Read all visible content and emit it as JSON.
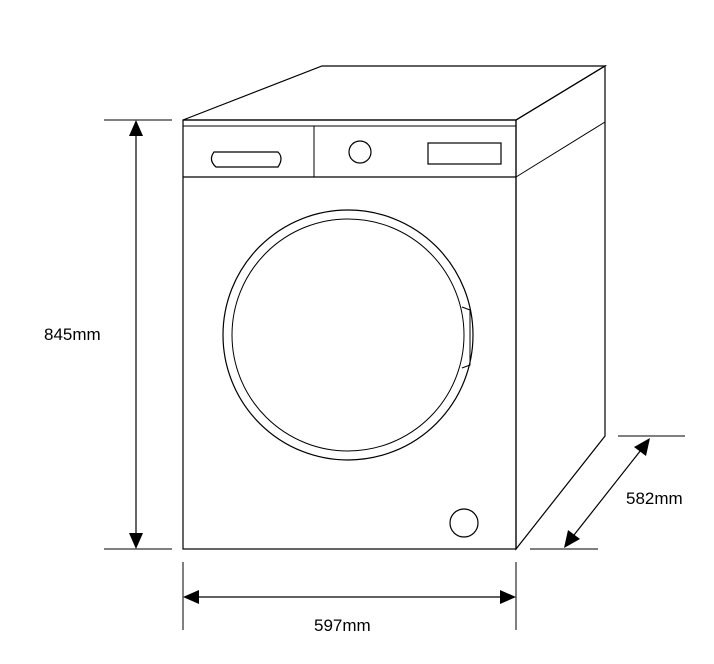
{
  "dimensions": {
    "height": "845mm",
    "width": "597mm",
    "depth": "582mm"
  },
  "colors": {
    "stroke": "#000000",
    "background": "#ffffff"
  },
  "icons": {
    "door": "door-icon",
    "knob": "program-knob-icon",
    "drawer": "detergent-drawer-icon",
    "display": "display-panel-icon",
    "filter": "filter-cap-icon"
  }
}
